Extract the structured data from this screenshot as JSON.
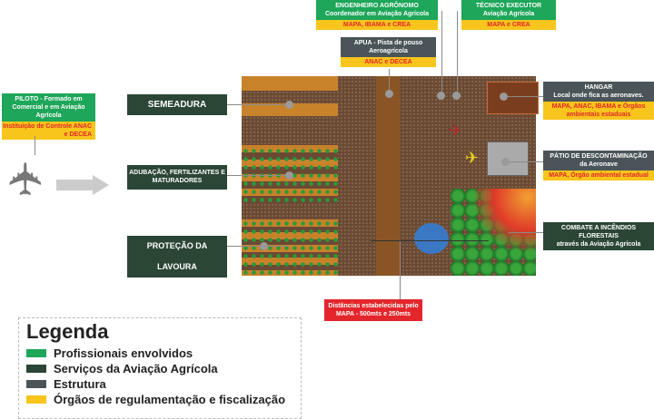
{
  "piloto": {
    "title": "PILOTO - Formado em Comercial e em Aviação Agrícola",
    "reg": "Instituição de Controle ANAC e DECEA"
  },
  "engenheiro": {
    "title": "ENGENHEIRO AGRÔNOMO",
    "subtitle": "Coordenador em Aviação Agrícola",
    "reg": "MAPA, IBAMA e CREA"
  },
  "tecnico": {
    "title": "TÉCNICO EXECUTOR",
    "subtitle": "Aviação Agrícola",
    "reg": "MAPA e CREA"
  },
  "apua": {
    "title": "APUA - Pista de pouso Aeroagrícola",
    "reg": "ANAC e DECEA"
  },
  "hangar": {
    "title": "HANGAR",
    "subtitle": "Local onde fica as aeronaves.",
    "reg": "MAPA, ANAC, IBAMA e Órgãos ambientais estaduais"
  },
  "patio": {
    "title": "PÁTIO DE DESCONTAMINAÇÃO",
    "subtitle": "da Aeronave",
    "reg": "MAPA, Órgão ambiental estadual"
  },
  "combate": {
    "title": "COMBATE A INCÊNDIOS FLORESTAIS",
    "subtitle": "através da Aviação Agrícola"
  },
  "semeadura": "SEMEADURA",
  "adubacao": "ADUBAÇÃO, FERTILIZANTES E MATURADORES",
  "protecao": "PROTEÇÃO DA LAVOURA",
  "distancias": "Distâncias estabelecidas pelo MAPA - 500mts e 250mts",
  "legend": {
    "title": "Legenda",
    "items": [
      {
        "label": "Profissionais envolvidos",
        "color": "#1ea65a"
      },
      {
        "label": "Serviços da Aviação Agrícola",
        "color": "#2b4635"
      },
      {
        "label": "Estrutura",
        "color": "#4b5559"
      },
      {
        "label": "Órgãos de regulamentação e fiscalização",
        "color": "#f7c51c"
      }
    ]
  }
}
